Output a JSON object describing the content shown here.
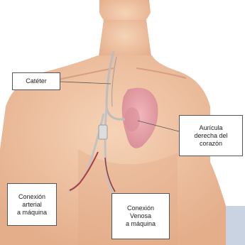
{
  "labels": {
    "cateter": "Catéter",
    "auricula": "Aurícula\nderecha del\ncorazón",
    "arterial": "Conexión\narterial\na máquina",
    "venosa": "Conexión\nVenosa\na máquina"
  },
  "colors": {
    "skin": "#f2c7a6",
    "skin_shadow": "#e2aa85",
    "heart": "#e7a4a8",
    "catheter_tube": "#c8c8c8",
    "blood_line": "#b23b3b",
    "corner_panel": "#c9d3e2"
  }
}
